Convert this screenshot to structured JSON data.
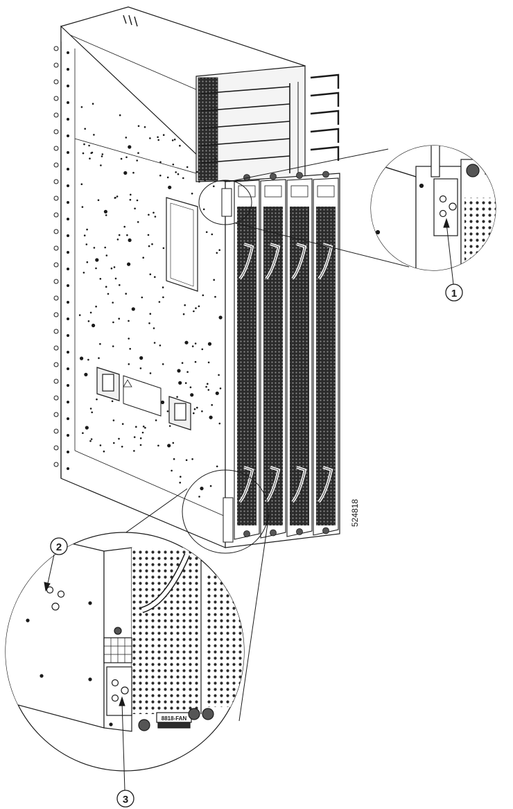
{
  "figure": {
    "id_number": "524818",
    "callouts": [
      {
        "label": "1"
      },
      {
        "label": "2"
      },
      {
        "label": "3"
      }
    ],
    "inset_bottom": {
      "card_label": "8818-FAN"
    },
    "colors": {
      "line": "#1a1a1a",
      "vent": "#2b2b2b",
      "chassis": "#ffffff",
      "shade": "#e6e6e6"
    }
  }
}
